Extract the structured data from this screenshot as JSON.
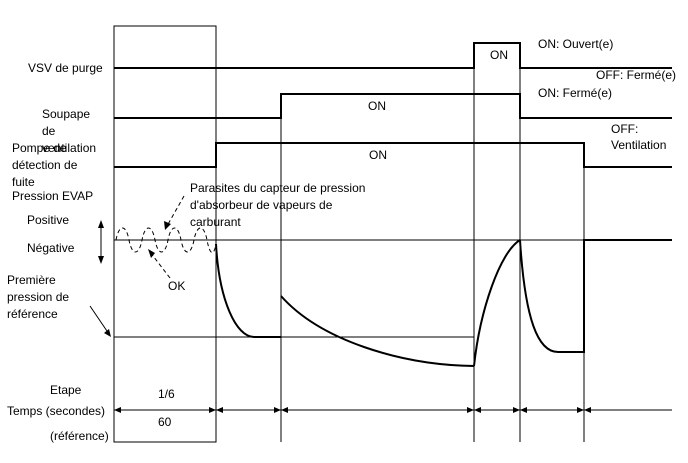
{
  "signals": {
    "vsv": {
      "label": "VSV de purge",
      "state_on": "ON",
      "legend_on": "ON: Ouvert(e)",
      "legend_off": "OFF: Fermé(e)"
    },
    "valve": {
      "label_lines": [
        "Soupape",
        "de",
        "ventilation"
      ],
      "state_on": "ON",
      "legend_on": "ON: Fermé(e)",
      "legend_off_lines": [
        "OFF:",
        "Ventilation"
      ]
    },
    "pump": {
      "label_lines": [
        "Pompe de",
        "détection de",
        "fuite"
      ],
      "state_on": "ON"
    }
  },
  "pressure": {
    "label": "Pression EVAP",
    "positive": "Positive",
    "negative": "Négative",
    "noise_lines": [
      "Parasites du capteur de pression",
      "d'absorbeur de vapeurs de",
      "carburant"
    ],
    "ok": "OK",
    "first_ref_lines": [
      "Première",
      "pression de",
      "référence"
    ]
  },
  "footer": {
    "step_label": "Etape",
    "step_value": "1/6",
    "time_label": "Temps (secondes)",
    "time_value": "60",
    "ref_label": "(référence)"
  }
}
